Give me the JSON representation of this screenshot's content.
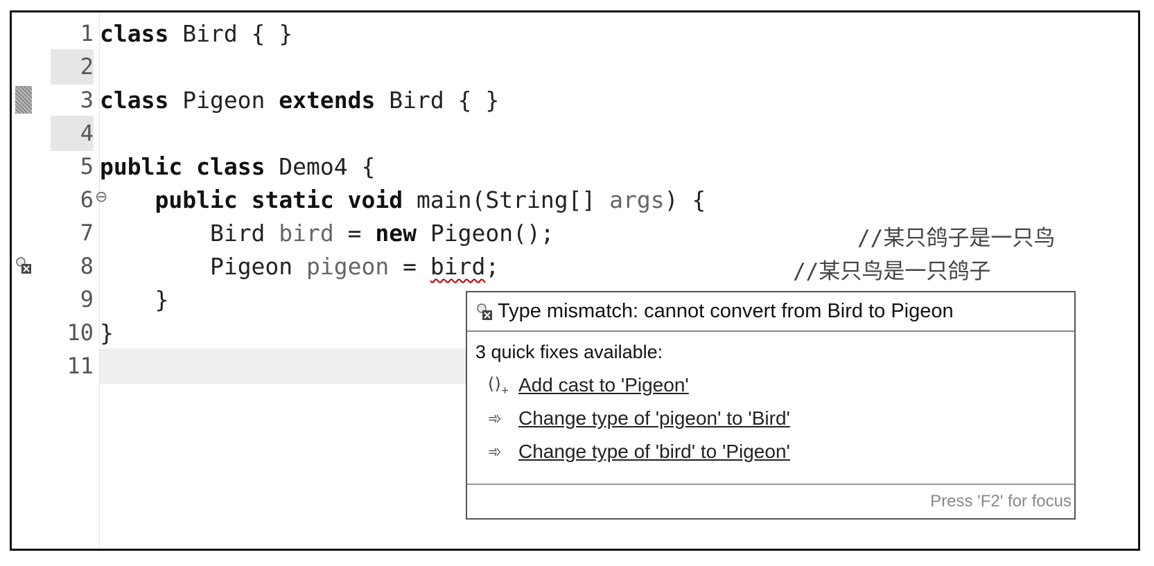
{
  "editor": {
    "line_numbers": [
      "1",
      "2",
      "3",
      "4",
      "5",
      "6",
      "7",
      "8",
      "9",
      "10",
      "11"
    ],
    "lines": {
      "l1": {
        "kw1": "class",
        "rest": " Bird { }"
      },
      "l3": {
        "kw1": "class",
        "t1": " Pigeon ",
        "kw2": "extends",
        "rest": " Bird { }"
      },
      "l5": {
        "kw1": "public",
        "sp": " ",
        "kw2": "class",
        "rest": " Demo4 {"
      },
      "l6": {
        "indent": "    ",
        "kw1": "public",
        "sp1": " ",
        "kw2": "static",
        "sp2": " ",
        "kw3": "void",
        "t1": " main(String[] ",
        "var": "args",
        "rest": ") {"
      },
      "l7": {
        "indent": "        ",
        "t1": "Bird ",
        "var": "bird",
        "t2": " = ",
        "kw1": "new",
        "rest": " Pigeon();"
      },
      "l8": {
        "indent": "        ",
        "t1": "Pigeon ",
        "var": "pigeon",
        "t2": " = ",
        "err": "bird",
        "rest": ";"
      },
      "l9": {
        "text": "    }"
      },
      "l10": {
        "text": "}"
      }
    },
    "comments": {
      "c7": "//某只鸽子是一只鸟",
      "c8": "//某只鸟是一只鸽子"
    }
  },
  "quickfix": {
    "message": "Type mismatch: cannot convert from Bird to Pigeon",
    "subtitle": "3 quick fixes available:",
    "fixes": [
      {
        "label": "Add cast to 'Pigeon'",
        "icon": "cast-icon"
      },
      {
        "label": "Change type of 'pigeon' to 'Bird'",
        "icon": "change-type-icon"
      },
      {
        "label": "Change type of 'bird' to 'Pigeon'",
        "icon": "change-type-icon"
      }
    ],
    "footer": "Press 'F2' for focus"
  },
  "colors": {
    "error": "#b00000",
    "highlight": "#e6e6e6"
  }
}
